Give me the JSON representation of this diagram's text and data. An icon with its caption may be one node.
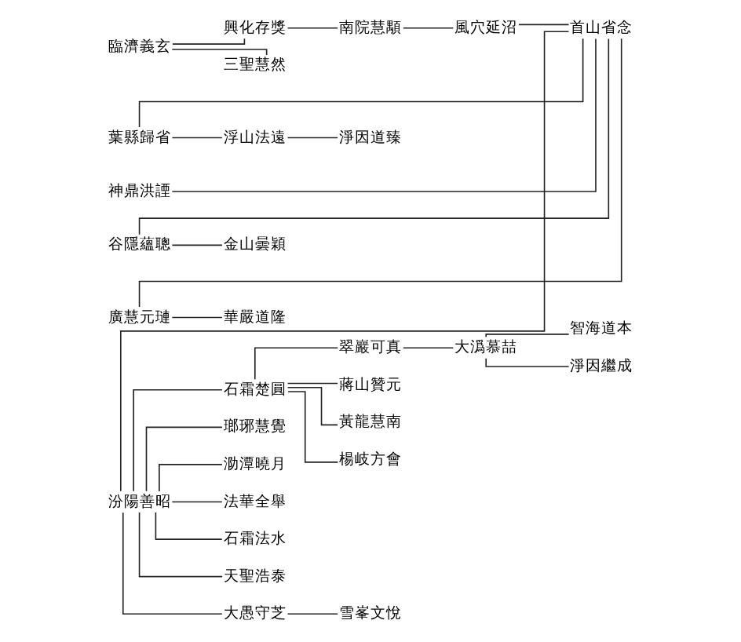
{
  "diagram": {
    "nodes": [
      {
        "text": [
          "臨濟義玄"
        ]
      },
      {
        "text": [
          "興化存獎"
        ]
      },
      {
        "text": [
          "南院慧顒"
        ]
      },
      {
        "text": [
          "風穴延沼"
        ]
      },
      {
        "text": [
          "首山省念"
        ]
      },
      {
        "text": [
          "三聖慧然"
        ]
      },
      {
        "text": [
          "葉縣歸省"
        ]
      },
      {
        "text": [
          "浮山法遠"
        ]
      },
      {
        "text": [
          "淨因道臻"
        ]
      },
      {
        "text": [
          "神鼎洪諲"
        ]
      },
      {
        "text": [
          "谷隱蘊聰"
        ]
      },
      {
        "text": [
          "金山曇穎"
        ]
      },
      {
        "text": [
          "廣慧元璉"
        ]
      },
      {
        "text": [
          "華嚴道隆"
        ]
      },
      {
        "text": [
          "汾陽善昭"
        ]
      },
      {
        "text": [
          "石霜楚圓"
        ]
      },
      {
        "text": [
          "翠巖可真"
        ]
      },
      {
        "text": [
          "大潙慕喆"
        ]
      },
      {
        "text": [
          "智海道本"
        ]
      },
      {
        "text": [
          "瑯琊慧覺"
        ]
      },
      {
        "text": [
          "蔣山贊元"
        ]
      },
      {
        "text": [
          "淨因繼成"
        ]
      },
      {
        "text": [
          "泐潭曉月"
        ]
      },
      {
        "text": [
          "黃龍慧南"
        ]
      },
      {
        "text": [
          "法華全舉"
        ]
      },
      {
        "text": [
          "楊岐方會"
        ]
      },
      {
        "text": [
          "石霜法水"
        ]
      },
      {
        "text": [
          "天聖浩泰"
        ]
      },
      {
        "text": [
          "大愚守芝"
        ]
      },
      {
        "text": [
          "雪峯文悅"
        ]
      }
    ],
    "edges": [
      {
        "from": 0,
        "to": 1,
        "arrow": "none"
      },
      {
        "from": 0,
        "to": 5,
        "arrow": "none"
      },
      {
        "from": 1,
        "to": 2,
        "arrow": "none"
      },
      {
        "from": 2,
        "to": 3,
        "arrow": "none"
      },
      {
        "from": 3,
        "to": 4,
        "arrow": "none"
      },
      {
        "from": 4,
        "to": 6,
        "arrow": "none"
      },
      {
        "from": 4,
        "to": 9,
        "arrow": "none"
      },
      {
        "from": 4,
        "to": 10,
        "arrow": "none"
      },
      {
        "from": 4,
        "to": 12,
        "arrow": "none"
      },
      {
        "from": 4,
        "to": 14,
        "arrow": "none"
      },
      {
        "from": 6,
        "to": 7,
        "arrow": "none"
      },
      {
        "from": 7,
        "to": 8,
        "arrow": "none"
      },
      {
        "from": 10,
        "to": 11,
        "arrow": "none"
      },
      {
        "from": 12,
        "to": 13,
        "arrow": "none"
      },
      {
        "from": 14,
        "to": 15,
        "arrow": "none"
      },
      {
        "from": 14,
        "to": 19,
        "arrow": "none"
      },
      {
        "from": 14,
        "to": 22,
        "arrow": "none"
      },
      {
        "from": 14,
        "to": 24,
        "arrow": "none"
      },
      {
        "from": 14,
        "to": 26,
        "arrow": "none"
      },
      {
        "from": 14,
        "to": 27,
        "arrow": "none"
      },
      {
        "from": 14,
        "to": 28,
        "arrow": "none"
      },
      {
        "from": 28,
        "to": 29,
        "arrow": "none"
      },
      {
        "from": 15,
        "to": 16,
        "arrow": "none"
      },
      {
        "from": 15,
        "to": 20,
        "arrow": "none"
      },
      {
        "from": 15,
        "to": 23,
        "arrow": "none"
      },
      {
        "from": 15,
        "to": 25,
        "arrow": "none"
      },
      {
        "from": 16,
        "to": 17,
        "arrow": "none"
      },
      {
        "from": 17,
        "to": 18,
        "arrow": "none"
      },
      {
        "from": 17,
        "to": 21,
        "arrow": "none"
      }
    ]
  }
}
